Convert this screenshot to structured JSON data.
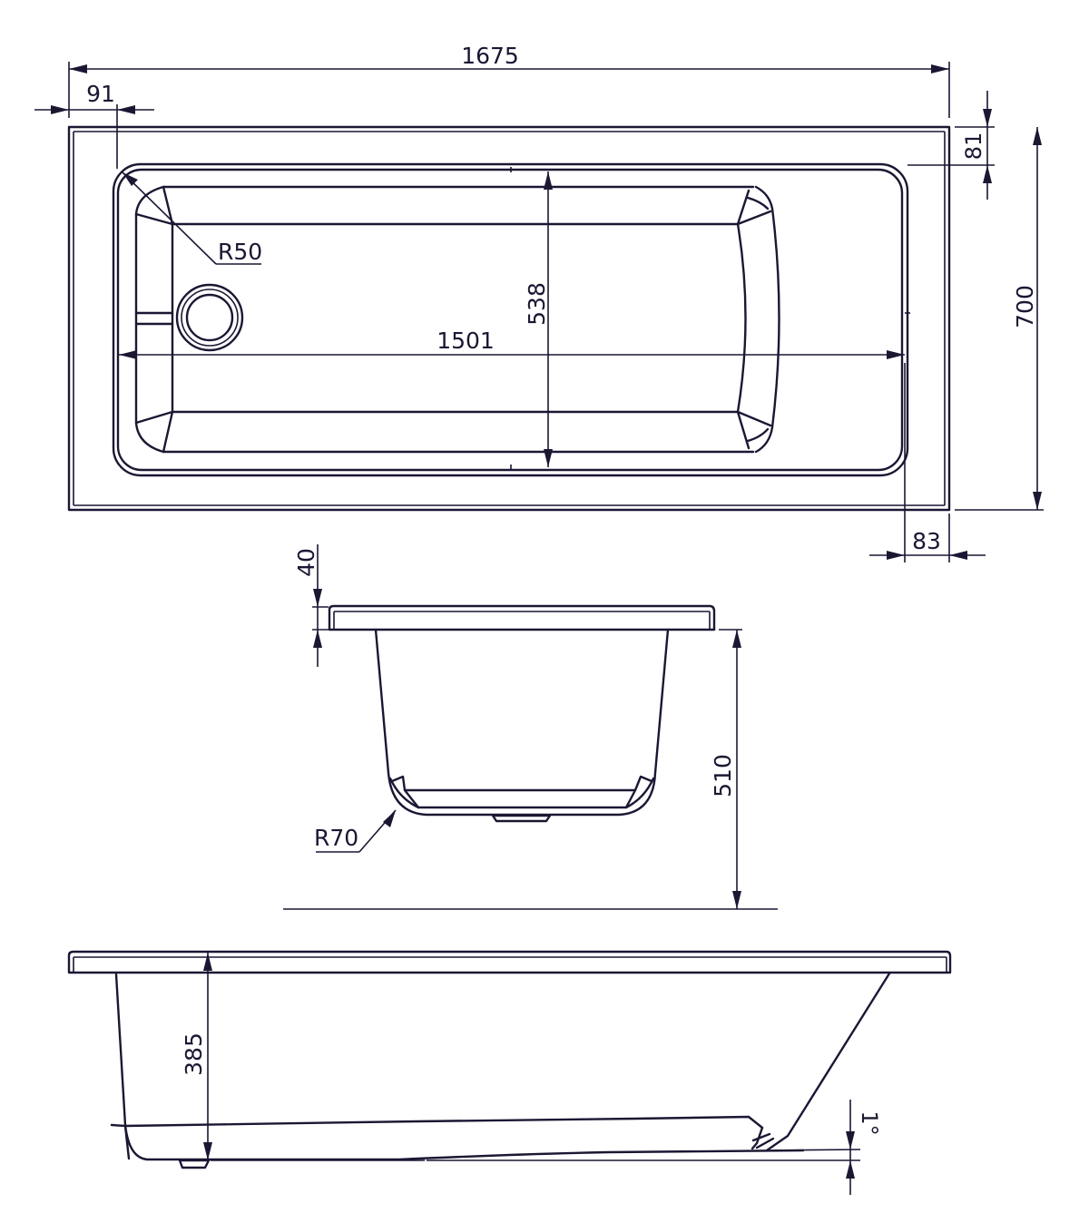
{
  "drawing": {
    "subject": "Rectangular bath technical drawing",
    "line_color": "#1b1733",
    "background": "#ffffff",
    "units": "mm"
  },
  "views": {
    "top_view": {
      "overall_length": "1675",
      "rim_left_offset": "91",
      "corner_radius": "R50",
      "inner_width": "538",
      "inner_length": "1501",
      "rim_top_offset": "81",
      "overall_width": "700",
      "rim_right_offset": "83"
    },
    "end_view": {
      "rim_thickness": "40",
      "base_radius": "R70",
      "height_to_floor": "510"
    },
    "side_view": {
      "internal_depth": "385",
      "floor_slope": "1°"
    }
  }
}
